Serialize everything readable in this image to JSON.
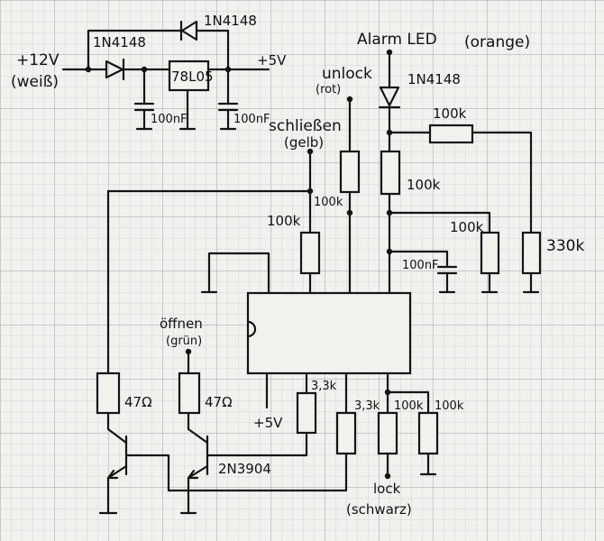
{
  "grid": {
    "paper": "#f1f1ee",
    "minor": "#c9ccd0",
    "major": "#9da1a6",
    "ink": "#141414"
  },
  "supply": {
    "input_label": "+12V",
    "input_color": "(weiß)",
    "diode_in": "1N4148",
    "diode_bypass": "1N4148",
    "regulator": "78L05",
    "cap_in": "100nF",
    "cap_out": "100nF",
    "output_label": "+5V"
  },
  "alarm": {
    "label": "Alarm LED",
    "color": "(orange)",
    "diode": "1N4148",
    "r_series": "100k",
    "r_pull": "100k",
    "r_divider": "100k",
    "r_330": "330k",
    "cap": "100nF"
  },
  "unlock": {
    "label": "unlock",
    "color": "(rot)"
  },
  "schliessen": {
    "label": "schließen",
    "color": "(gelb)",
    "r_top": "100k",
    "r_mid": "100k"
  },
  "oeffnen": {
    "label": "öffnen",
    "color": "(grün)"
  },
  "drivers": {
    "r_left": "47Ω",
    "r_right": "47Ω",
    "transistor": "2N3904",
    "plus5": "+5V",
    "r_base1": "3,3k",
    "r_base2": "3,3k"
  },
  "lock": {
    "r1": "100k",
    "r2": "100k",
    "label": "lock",
    "color": "(schwarz)"
  }
}
